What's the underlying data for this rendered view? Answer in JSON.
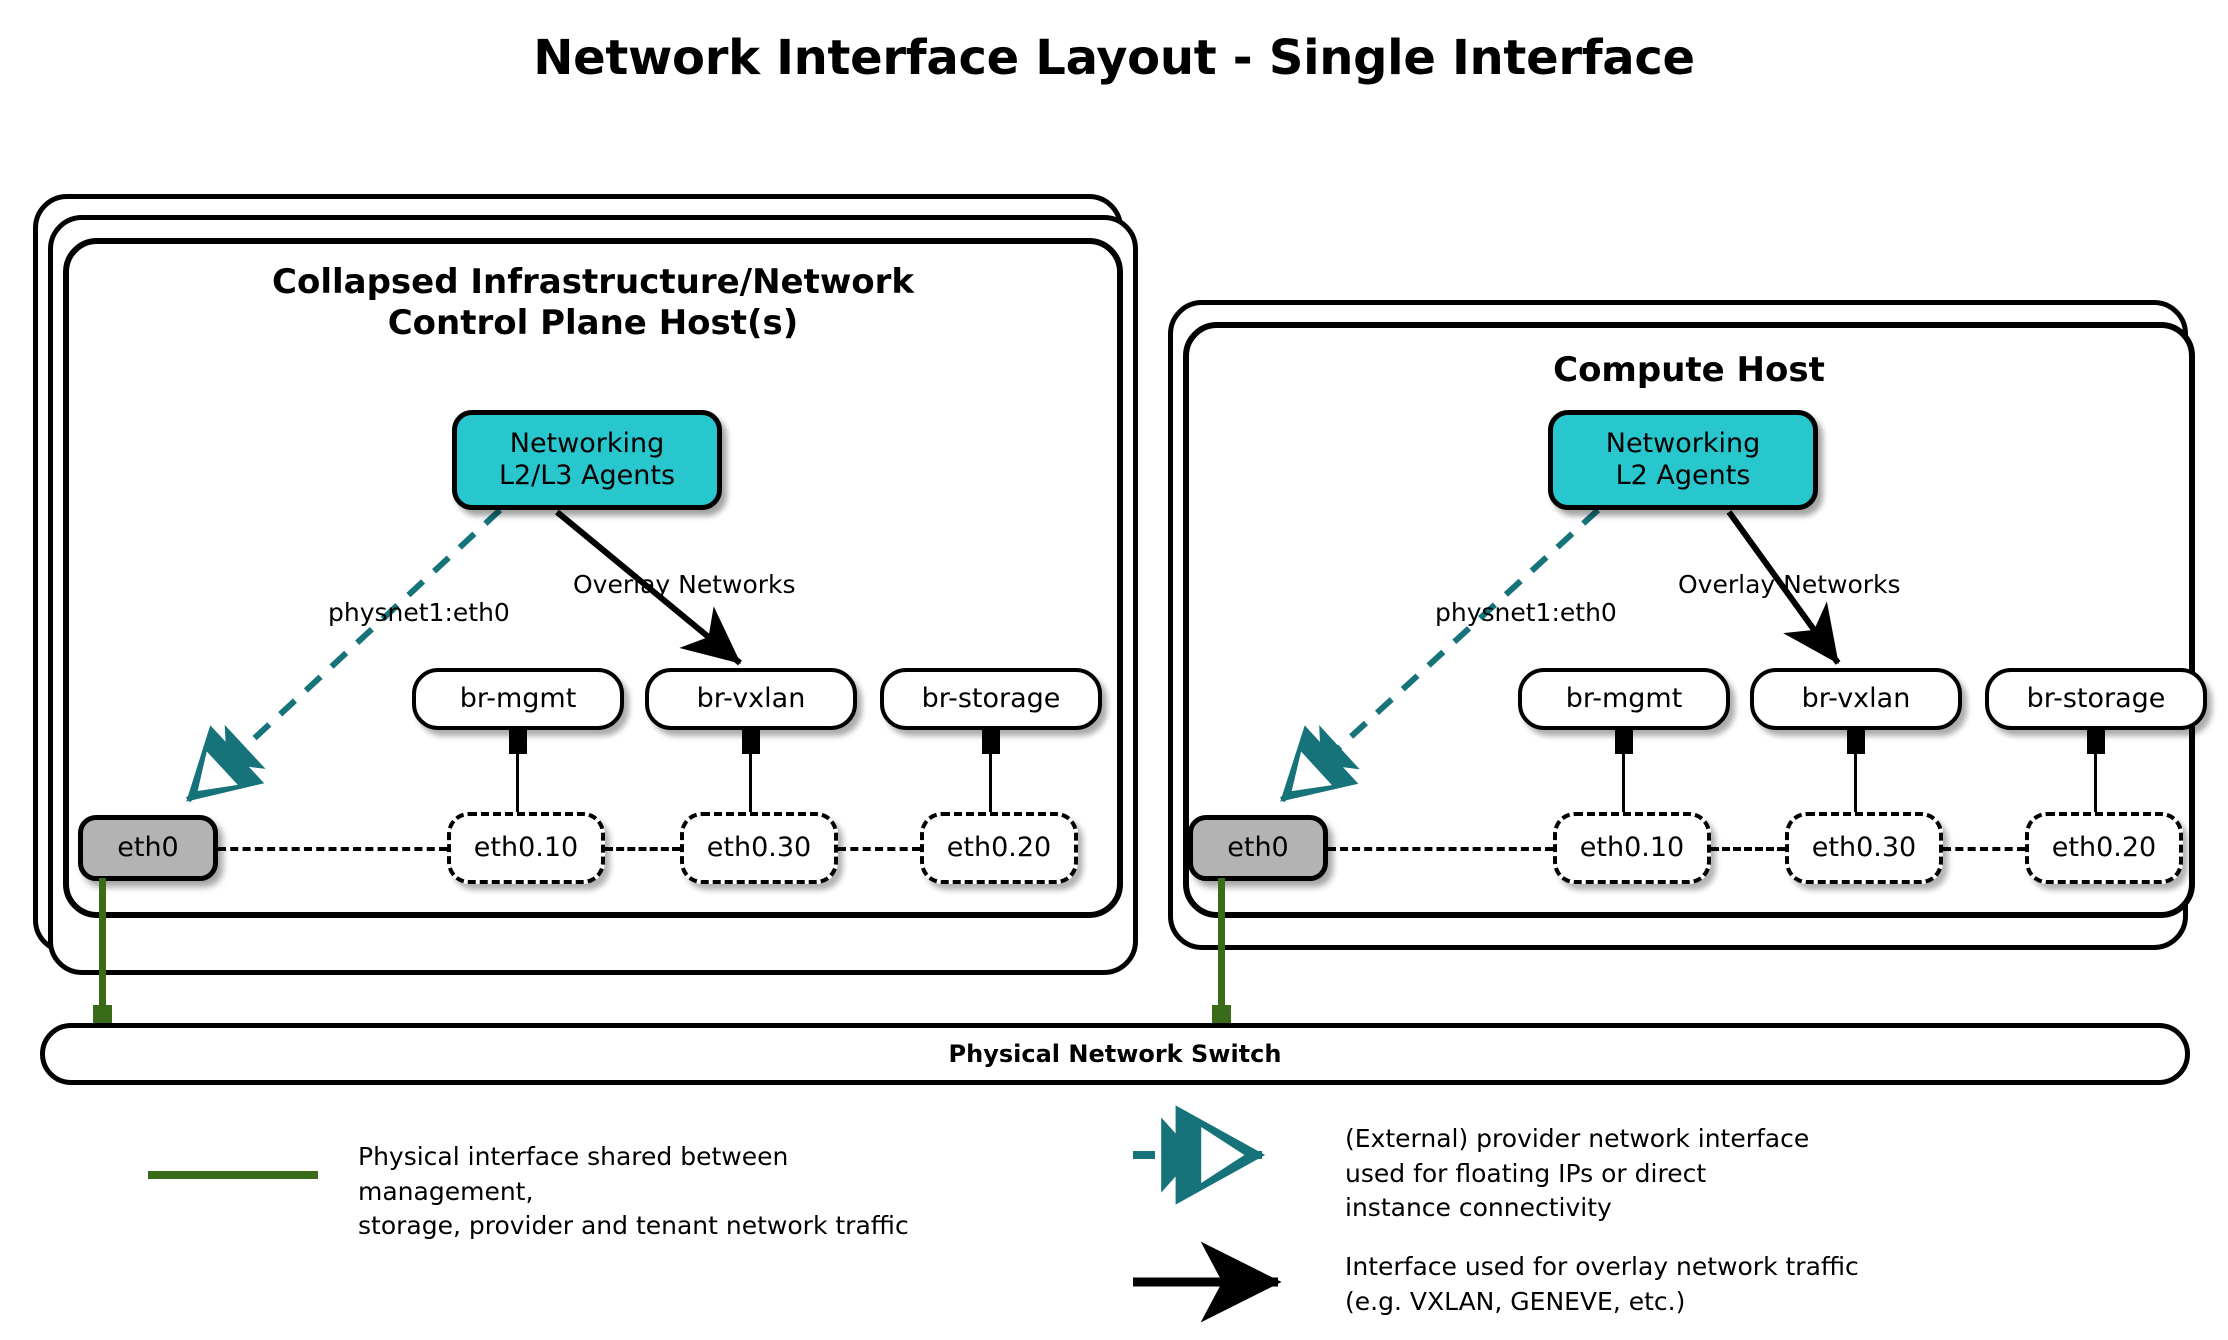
{
  "title": "Network Interface Layout - Single Interface",
  "colors": {
    "agents_fill": "#28c6cd",
    "phys_fill": "#b3b3b3",
    "provider_line": "#16737a",
    "physical_line": "#3a6b18",
    "overlay_line": "#000000",
    "outline": "#000000",
    "background": "#ffffff"
  },
  "hosts": [
    {
      "id": "control-plane",
      "title": "Collapsed Infrastructure/Network\nControl Plane Host(s)",
      "title_line1": "Collapsed Infrastructure/Network",
      "title_line2": "Control Plane Host(s)",
      "stack_layers": 3,
      "agents": {
        "line1": "Networking",
        "line2": "L2/L3 Agents"
      },
      "labels": {
        "provider": "physnet1:eth0",
        "overlay": "Overlay Networks"
      },
      "physical_interface": "eth0",
      "bridges": [
        {
          "bridge": "br-mgmt",
          "vlan": "eth0.10"
        },
        {
          "bridge": "br-vxlan",
          "vlan": "eth0.30"
        },
        {
          "bridge": "br-storage",
          "vlan": "eth0.20"
        }
      ]
    },
    {
      "id": "compute",
      "title": "Compute Host",
      "title_line1": "Compute Host",
      "title_line2": "",
      "stack_layers": 2,
      "agents": {
        "line1": "Networking",
        "line2": "L2 Agents"
      },
      "labels": {
        "provider": "physnet1:eth0",
        "overlay": "Overlay Networks"
      },
      "physical_interface": "eth0",
      "bridges": [
        {
          "bridge": "br-mgmt",
          "vlan": "eth0.10"
        },
        {
          "bridge": "br-vxlan",
          "vlan": "eth0.30"
        },
        {
          "bridge": "br-storage",
          "vlan": "eth0.20"
        }
      ]
    }
  ],
  "switch": {
    "label": "Physical Network Switch"
  },
  "legend": [
    {
      "id": "physical",
      "style": "solid-green-line",
      "text": "Physical interface shared between management,\nstorage, provider and tenant network traffic"
    },
    {
      "id": "provider",
      "style": "dashed-teal-double-arrow",
      "text": "(External) provider network interface\nused for floating IPs or direct\ninstance connectivity"
    },
    {
      "id": "overlay",
      "style": "solid-black-arrow",
      "text": "Interface used for overlay network traffic\n(e.g. VXLAN, GENEVE, etc.)"
    }
  ]
}
